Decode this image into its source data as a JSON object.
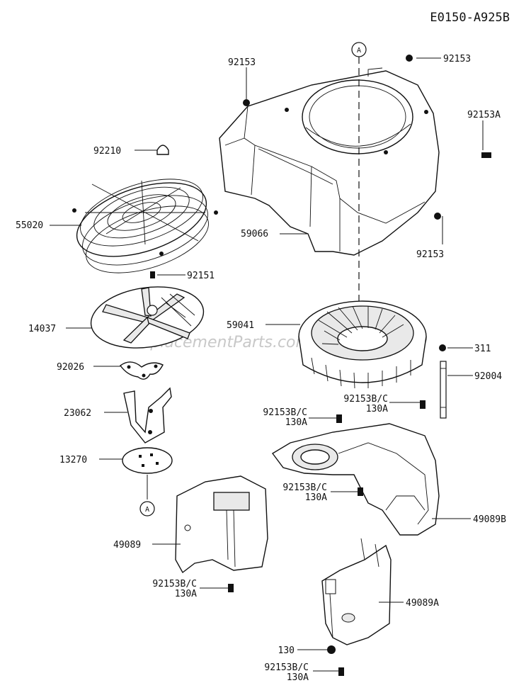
{
  "diagram_id": "E0150-A925B",
  "watermark": "eReplacementParts.com",
  "callout": "A",
  "labels": {
    "p92153_top_left": "92153",
    "p92153_top_right": "92153",
    "p92153A": "92153A",
    "p92153_right_mid": "92153",
    "p59066": "59066",
    "p92210": "92210",
    "p55020": "55020",
    "p92151": "92151",
    "p14037": "14037",
    "p59041": "59041",
    "p311": "311",
    "p92026": "92026",
    "p92004": "92004",
    "p92153BC_a": "92153B/C",
    "p130A_a": "130A",
    "p92153BC_b": "92153B/C",
    "p130A_b": "130A",
    "p23062": "23062",
    "p13270": "13270",
    "p92153BC_c": "92153B/C",
    "p130A_c": "130A",
    "p49089B": "49089B",
    "p49089": "49089",
    "p92153BC_d": "92153B/C",
    "p130A_d": "130A",
    "p49089A": "49089A",
    "p130": "130",
    "p92153BC_e": "92153B/C",
    "p130A_e": "130A"
  }
}
